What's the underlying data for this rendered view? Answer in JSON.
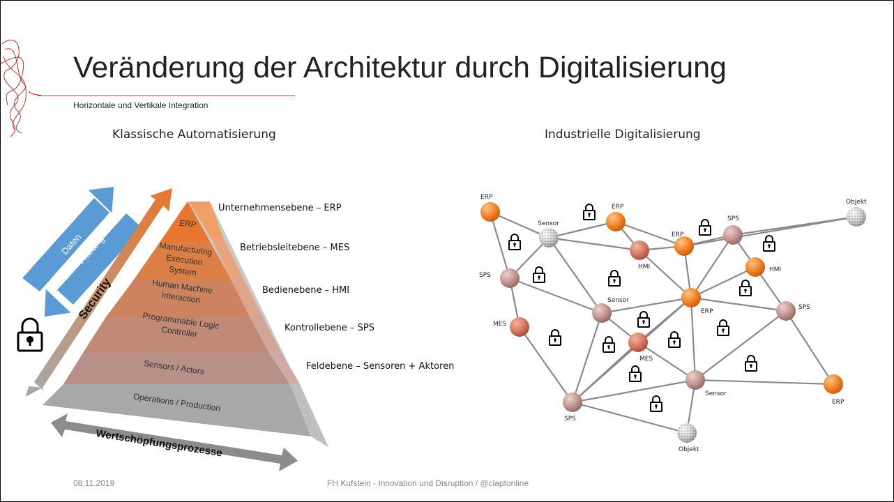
{
  "slide": {
    "title": "Veränderung der Architektur durch Digitalisierung",
    "subtitle": "Horizontale und Vertikale Integration",
    "footer_date": "08.11.2019",
    "footer_text": "FH Kufstein - Innovation und Disruption / @claptonline"
  },
  "left": {
    "heading": "Klassische Automatisierung",
    "arrow_data": "Daten",
    "arrow_planung": "Planung",
    "security": "Security",
    "wertschoepfung": "Wertschöpfungsprozesse",
    "pyramid": [
      {
        "label": "ERP",
        "color": "#e8762c"
      },
      {
        "label": "Manufacturing Execution System",
        "color": "#dc7f45"
      },
      {
        "label": "Human Machine Interaction",
        "color": "#cd8260"
      },
      {
        "label": "Programmable Logic Controller",
        "color": "#c08a77"
      },
      {
        "label": "Sensors / Actors",
        "color": "#b79088"
      },
      {
        "label": "Operations / Production",
        "color": "#a8a8a8"
      }
    ],
    "levels": [
      "Unternehmensebene – ERP",
      "Betriebsleitebene – MES",
      "Bedienebene – HMI",
      "Kontrollebene – SPS",
      "Feldebene – Sensoren + Aktoren"
    ]
  },
  "right": {
    "heading": "Industrielle Digitalisierung",
    "nodes": [
      {
        "id": "erp1",
        "label": "ERP",
        "kind": "orange"
      },
      {
        "id": "sensor1",
        "label": "Sensor",
        "kind": "grey"
      },
      {
        "id": "erp2",
        "label": "ERP",
        "kind": "orange"
      },
      {
        "id": "hmi1",
        "label": "HMI",
        "kind": "rose"
      },
      {
        "id": "erp3",
        "label": "ERP",
        "kind": "orange"
      },
      {
        "id": "sps1",
        "label": "SPS",
        "kind": "mauve"
      },
      {
        "id": "objekt1",
        "label": "Objekt",
        "kind": "grey"
      },
      {
        "id": "hmi2",
        "label": "HMI",
        "kind": "orange"
      },
      {
        "id": "sps2",
        "label": "SPS",
        "kind": "mauve"
      },
      {
        "id": "sensor2",
        "label": "Sensor",
        "kind": "mauve"
      },
      {
        "id": "erp4",
        "label": "ERP",
        "kind": "orange"
      },
      {
        "id": "sps3",
        "label": "SPS",
        "kind": "mauve"
      },
      {
        "id": "mes1",
        "label": "MES",
        "kind": "rose"
      },
      {
        "id": "mes2",
        "label": "MES",
        "kind": "rose"
      },
      {
        "id": "sensor3",
        "label": "Sensor",
        "kind": "mauve"
      },
      {
        "id": "erp5",
        "label": "ERP",
        "kind": "orange"
      },
      {
        "id": "sps4",
        "label": "SPS",
        "kind": "mauve"
      },
      {
        "id": "objekt2",
        "label": "Objekt",
        "kind": "grey"
      }
    ],
    "edges": [
      [
        "erp1",
        "sensor1"
      ],
      [
        "erp1",
        "sps2"
      ],
      [
        "sensor1",
        "erp2"
      ],
      [
        "sensor1",
        "hmi1"
      ],
      [
        "sensor1",
        "sps2"
      ],
      [
        "sensor1",
        "sensor2"
      ],
      [
        "erp2",
        "hmi1"
      ],
      [
        "erp2",
        "erp3"
      ],
      [
        "hmi1",
        "erp3"
      ],
      [
        "hmi1",
        "erp4"
      ],
      [
        "erp3",
        "sps1"
      ],
      [
        "erp3",
        "erp4"
      ],
      [
        "sps1",
        "objekt1"
      ],
      [
        "sps1",
        "erp4"
      ],
      [
        "sps1",
        "hmi2"
      ],
      [
        "erp3",
        "objekt1"
      ],
      [
        "hmi2",
        "erp4"
      ],
      [
        "hmi2",
        "sps3"
      ],
      [
        "sps2",
        "sensor2"
      ],
      [
        "sps2",
        "mes1"
      ],
      [
        "sensor2",
        "erp4"
      ],
      [
        "sensor2",
        "mes2"
      ],
      [
        "sensor2",
        "sps4"
      ],
      [
        "mes1",
        "sps4"
      ],
      [
        "mes2",
        "erp4"
      ],
      [
        "mes2",
        "sensor3"
      ],
      [
        "mes2",
        "sps4"
      ],
      [
        "erp4",
        "sps3"
      ],
      [
        "erp4",
        "sensor3"
      ],
      [
        "erp4",
        "sps4"
      ],
      [
        "sps3",
        "sensor3"
      ],
      [
        "sps3",
        "erp5"
      ],
      [
        "sensor3",
        "erp5"
      ],
      [
        "sensor3",
        "sps4"
      ],
      [
        "sensor3",
        "objekt2"
      ],
      [
        "sps4",
        "objekt2"
      ]
    ]
  },
  "colors": {
    "accent": "#b6352f",
    "orange": "#e8762c",
    "blue": "#5b9bd5",
    "grey_arrow": "#8c8c8c"
  }
}
